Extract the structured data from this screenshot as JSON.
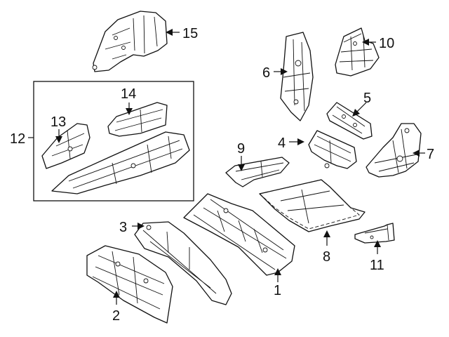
{
  "diagram": {
    "accent_color": "#d81e1e",
    "callouts": {
      "c1": "1",
      "c2": "2",
      "c3": "3",
      "c4": "4",
      "c5": "5",
      "c6": "6",
      "c7": "7",
      "c8": "8",
      "c9": "9",
      "c10": "10",
      "c11": "11",
      "c12": "12",
      "c13": "13",
      "c14": "14",
      "c15": "15"
    }
  }
}
